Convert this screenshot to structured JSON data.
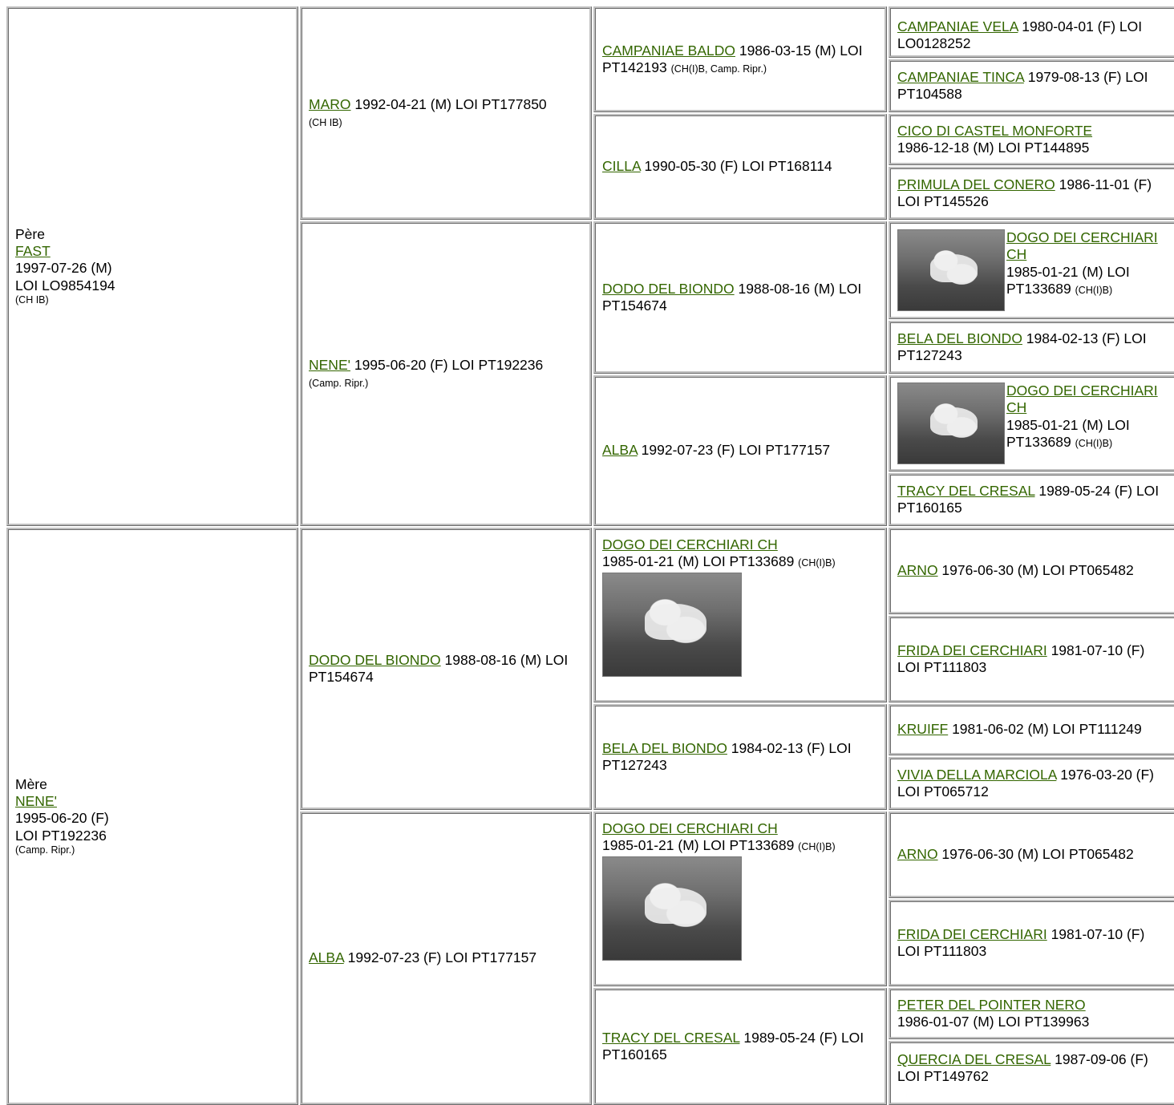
{
  "father": {
    "role": "Père",
    "name": "FAST",
    "date": "1997-07-26 (M)",
    "reg": "LOI LO9854194",
    "title": "(CH IB)"
  },
  "mother": {
    "role": "Mère",
    "name": "NENE'",
    "date": "1995-06-20 (F)",
    "reg": "LOI PT192236",
    "title": "(Camp. Ripr.)"
  },
  "g2": [
    {
      "name": "MARO",
      "info": " 1992-04-21 (M) LOI PT177850",
      "title": "(CH IB)"
    },
    {
      "name": "NENE'",
      "info": " 1995-06-20 (F) LOI PT192236",
      "title": "(Camp. Ripr.)"
    },
    {
      "name": "DODO DEL BIONDO",
      "info": " 1988-08-16 (M) LOI PT154674",
      "title": ""
    },
    {
      "name": "ALBA",
      "info": " 1992-07-23 (F) LOI PT177157",
      "title": ""
    }
  ],
  "g3": [
    {
      "name": "CAMPANIAE BALDO",
      "info": " 1986-03-15 (M) LOI PT142193 ",
      "title": "(CH(I)B, Camp. Ripr.)"
    },
    {
      "name": "CILLA",
      "info": " 1990-05-30 (F) LOI PT168114",
      "title": ""
    },
    {
      "name": "DODO DEL BIONDO",
      "info": " 1988-08-16 (M) LOI PT154674",
      "title": ""
    },
    {
      "name": "ALBA",
      "info": " 1992-07-23 (F) LOI PT177157",
      "title": ""
    },
    {
      "name": "DOGO DEI CERCHIARI CH",
      "info": "1985-01-21 (M) LOI PT133689 ",
      "title": "(CH(I)B)",
      "photo": "dog-photo"
    },
    {
      "name": "BELA DEL BIONDO",
      "info": " 1984-02-13 (F) LOI PT127243",
      "title": ""
    },
    {
      "name": "DOGO DEI CERCHIARI CH",
      "info": "1985-01-21 (M) LOI PT133689 ",
      "title": "(CH(I)B)",
      "photo": "dog-photo"
    },
    {
      "name": "TRACY DEL CRESAL",
      "info": " 1989-05-24 (F) LOI PT160165",
      "title": ""
    }
  ],
  "g4": [
    {
      "name": "CAMPANIAE VELA",
      "info": " 1980-04-01 (F) LOI LO0128252",
      "title": ""
    },
    {
      "name": "CAMPANIAE TINCA",
      "info": " 1979-08-13 (F) LOI PT104588",
      "title": ""
    },
    {
      "name": "CICO DI CASTEL MONFORTE",
      "info": "1986-12-18 (M) LOI PT144895",
      "title": ""
    },
    {
      "name": "PRIMULA DEL CONERO",
      "info": " 1986-11-01 (F) LOI PT145526",
      "title": ""
    },
    {
      "name": "DOGO DEI CERCHIARI CH",
      "info": "1985-01-21 (M) LOI PT133689 ",
      "title": "(CH(I)B)",
      "photo": "dog-photo"
    },
    {
      "name": "BELA DEL BIONDO",
      "info": " 1984-02-13 (F) LOI PT127243",
      "title": ""
    },
    {
      "name": "DOGO DEI CERCHIARI CH",
      "info": "1985-01-21 (M) LOI PT133689 ",
      "title": "(CH(I)B)",
      "photo": "dog-photo"
    },
    {
      "name": "TRACY DEL CRESAL",
      "info": " 1989-05-24 (F) LOI PT160165",
      "title": ""
    },
    {
      "name": "ARNO",
      "info": " 1976-06-30 (M) LOI PT065482",
      "title": ""
    },
    {
      "name": "FRIDA DEI CERCHIARI",
      "info": " 1981-07-10 (F) LOI PT111803",
      "title": ""
    },
    {
      "name": "KRUIFF",
      "info": " 1981-06-02 (M) LOI PT111249",
      "title": ""
    },
    {
      "name": "VIVIA DELLA MARCIOLA",
      "info": " 1976-03-20 (F) LOI PT065712",
      "title": ""
    },
    {
      "name": "ARNO",
      "info": " 1976-06-30 (M) LOI PT065482",
      "title": ""
    },
    {
      "name": "FRIDA DEI CERCHIARI",
      "info": " 1981-07-10 (F) LOI PT111803",
      "title": ""
    },
    {
      "name": "PETER DEL POINTER NERO",
      "info": "1986-01-07 (M) LOI PT139963",
      "title": ""
    },
    {
      "name": "QUERCIA DEL CRESAL",
      "info": " 1987-09-06 (F) LOI PT149762",
      "title": ""
    }
  ],
  "colors": {
    "link": "#336600",
    "border": "#c0c0c0"
  }
}
